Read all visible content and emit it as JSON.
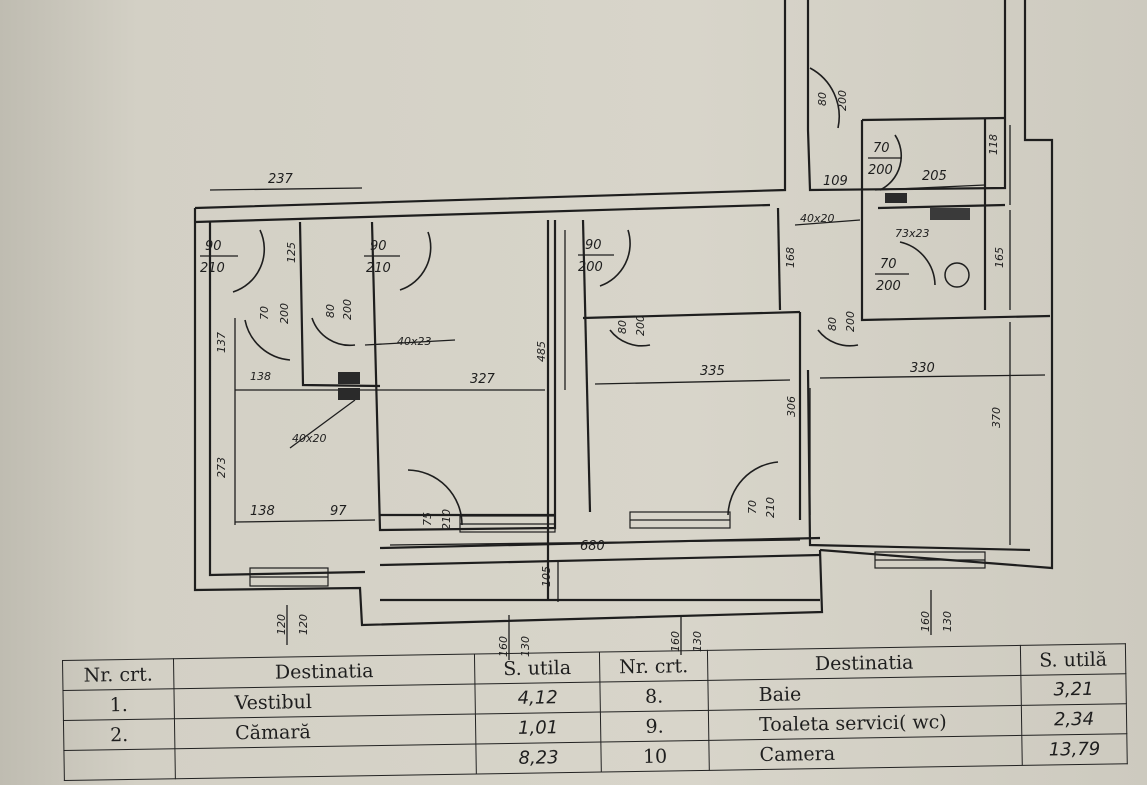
{
  "plan": {
    "dims": {
      "d237": "237",
      "d327": "327",
      "d335": "335",
      "d330": "330",
      "d109": "109",
      "d205": "205",
      "d118": "118",
      "d165": "165",
      "d168": "168",
      "d485": "485",
      "d306": "306",
      "d370": "370",
      "d137": "137",
      "d273": "273",
      "d125": "125",
      "d138": "138",
      "d97": "97",
      "d680": "680",
      "d105": "105"
    },
    "niches": {
      "n1": "40x20",
      "n2": "40x23",
      "n3": "40x20",
      "n4": "73x23"
    },
    "doors": {
      "d1": [
        "90",
        "210"
      ],
      "d2": [
        "90",
        "210"
      ],
      "d3": [
        "90",
        "200"
      ],
      "d4": [
        "70",
        "200"
      ],
      "d5": [
        "70",
        "200"
      ],
      "d6": [
        "80",
        "200"
      ],
      "d7": [
        "70",
        "200"
      ],
      "d8": [
        "80",
        "200"
      ],
      "d9": [
        "80",
        "200"
      ],
      "d10": [
        "80",
        "200"
      ],
      "d11": [
        "75",
        "210"
      ],
      "d12": [
        "70",
        "210"
      ]
    },
    "windows": {
      "w1": [
        "120",
        "120"
      ],
      "w2": [
        "160",
        "130"
      ],
      "w3": [
        "160",
        "130"
      ],
      "w4": [
        "160",
        "130"
      ]
    }
  },
  "table": {
    "headers": [
      "Nr. crt.",
      "Destinatia",
      "S. utila",
      "Nr. crt.",
      "Destinatia",
      "S. utilă"
    ],
    "rows": [
      [
        "1.",
        "Vestibul",
        "4,12",
        "8.",
        "Baie",
        "3,21"
      ],
      [
        "2.",
        "Cămară",
        "1,01",
        "9.",
        "Toaleta servici( wc)",
        "2,34"
      ],
      [
        "",
        "",
        "8,23",
        "10",
        "Camera",
        "13,79"
      ]
    ]
  }
}
